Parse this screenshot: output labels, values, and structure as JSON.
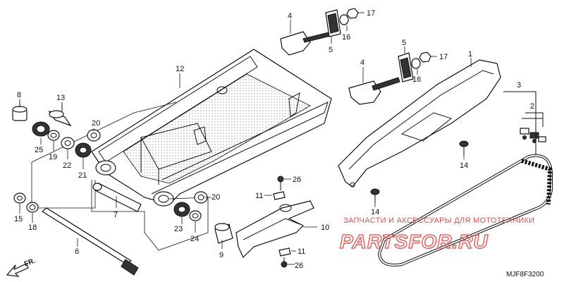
{
  "callouts": [
    {
      "id": "c1",
      "text": "1"
    },
    {
      "id": "c2",
      "text": "2"
    },
    {
      "id": "c3",
      "text": "3"
    },
    {
      "id": "c4a",
      "text": "4"
    },
    {
      "id": "c4b",
      "text": "4"
    },
    {
      "id": "c5a",
      "text": "5"
    },
    {
      "id": "c5b",
      "text": "5"
    },
    {
      "id": "c6",
      "text": "6"
    },
    {
      "id": "c7",
      "text": "7"
    },
    {
      "id": "c8",
      "text": "8"
    },
    {
      "id": "c9",
      "text": "9"
    },
    {
      "id": "c10",
      "text": "10"
    },
    {
      "id": "c11a",
      "text": "11"
    },
    {
      "id": "c11b",
      "text": "11"
    },
    {
      "id": "c12",
      "text": "12"
    },
    {
      "id": "c13",
      "text": "13"
    },
    {
      "id": "c14a",
      "text": "14"
    },
    {
      "id": "c14b",
      "text": "14"
    },
    {
      "id": "c15",
      "text": "15"
    },
    {
      "id": "c16a",
      "text": "16"
    },
    {
      "id": "c16b",
      "text": "16"
    },
    {
      "id": "c17a",
      "text": "17"
    },
    {
      "id": "c17b",
      "text": "17"
    },
    {
      "id": "c18",
      "text": "18"
    },
    {
      "id": "c19",
      "text": "19"
    },
    {
      "id": "c20a",
      "text": "20"
    },
    {
      "id": "c20b",
      "text": "20"
    },
    {
      "id": "c21",
      "text": "21"
    },
    {
      "id": "c22",
      "text": "22"
    },
    {
      "id": "c23",
      "text": "23"
    },
    {
      "id": "c24",
      "text": "24"
    },
    {
      "id": "c25",
      "text": "25"
    },
    {
      "id": "c26a",
      "text": "26"
    },
    {
      "id": "c26b",
      "text": "26"
    }
  ],
  "direction_label": "FR.",
  "diagram_code": "MJF8F3200",
  "watermark": {
    "caption": "ЗАПЧАСТИ И АКСЕССУАРЫ ДЛЯ МОТОТЕХНИКИ",
    "brand": "PARTSFOR.RU",
    "color": "#e06a66"
  }
}
